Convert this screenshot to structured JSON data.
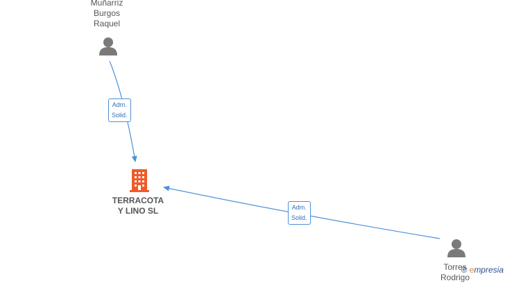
{
  "nodes": {
    "person_top": {
      "lines": [
        "Muñarriz",
        "Burgos",
        "Raquel"
      ]
    },
    "company": {
      "lines": [
        "TERRACOTA",
        "Y LINO  SL"
      ]
    },
    "person_right": {
      "lines": [
        "Torres",
        "Rodrigo"
      ]
    }
  },
  "edges": [
    {
      "lines": [
        "Adm.",
        "Solid."
      ]
    },
    {
      "lines": [
        "Adm.",
        "Solid."
      ]
    }
  ],
  "colors": {
    "edge": "#4a90d9",
    "person": "#7a7a7a",
    "company": "#f05a28"
  },
  "watermark": {
    "copyright": "©",
    "brand": "mpresia",
    "brand_initial": "e"
  }
}
